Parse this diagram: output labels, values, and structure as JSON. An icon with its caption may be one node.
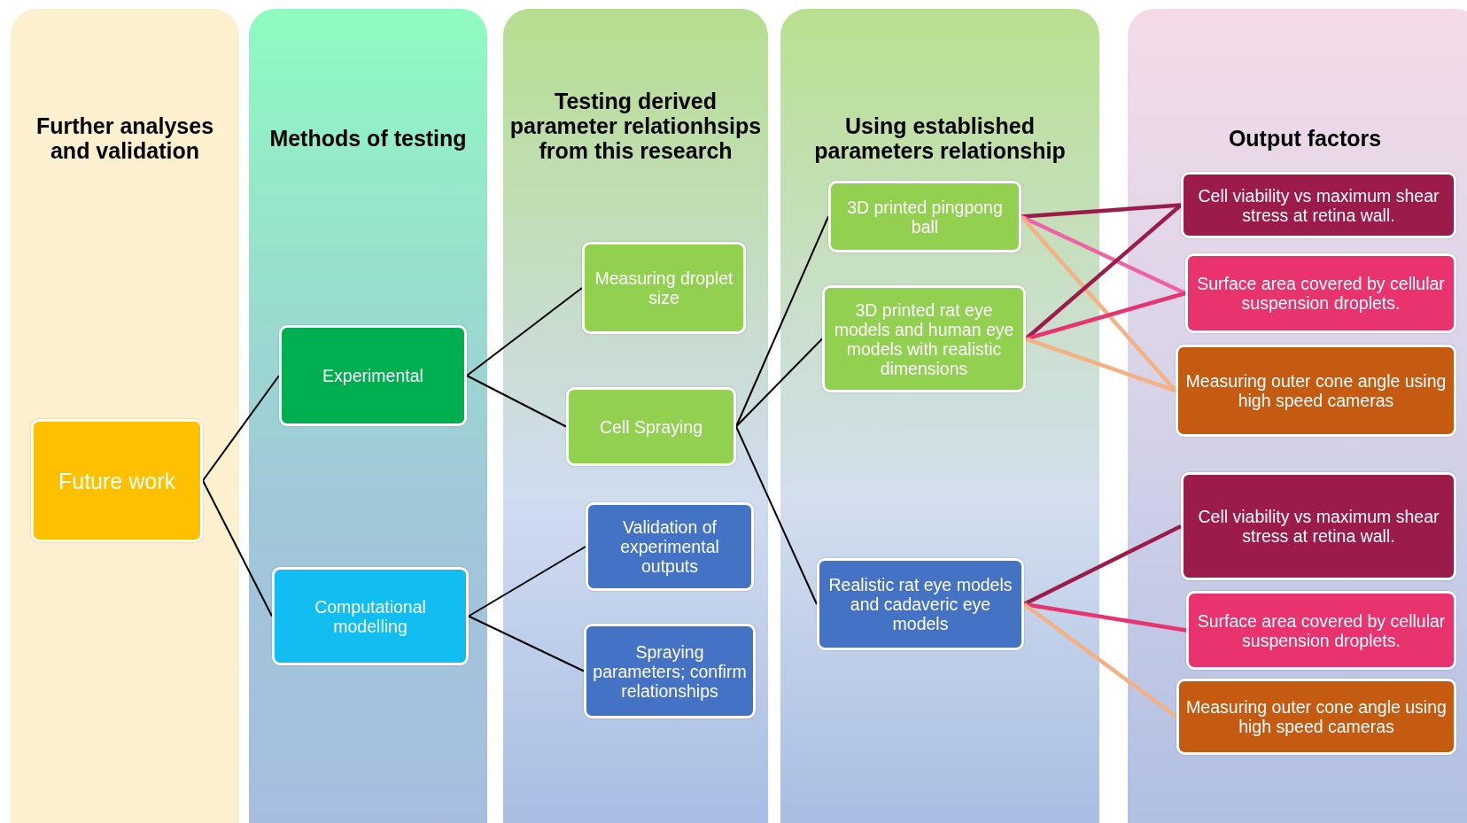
{
  "diagram": {
    "nodes": [
      {
        "text": [
          "Further analyses and validation"
        ]
      },
      {
        "text": [
          "Methods of testing"
        ]
      },
      {
        "text": [
          "Testing derived parameter relationhsips from this research"
        ]
      },
      {
        "text": [
          "Using established parameters relationship"
        ]
      },
      {
        "text": [
          "Output factors"
        ]
      },
      {
        "text": [
          "Future work"
        ],
        "in": 0
      },
      {
        "text": [
          "Experimental"
        ],
        "in": 1
      },
      {
        "text": [
          "Computational modelling"
        ],
        "in": 1
      },
      {
        "text": [
          "Measuring droplet size"
        ],
        "in": 2
      },
      {
        "text": [
          "Cell Spraying"
        ],
        "in": 2
      },
      {
        "text": [
          "Validation of experimental outputs"
        ],
        "in": 2
      },
      {
        "text": [
          "Spraying parameters; confirm relationships"
        ],
        "in": 2
      },
      {
        "text": [
          "3D printed pingpong ball"
        ],
        "in": 3
      },
      {
        "text": [
          "3D printed rat eye models and human eye models with realistic dimensions"
        ],
        "in": 3
      },
      {
        "text": [
          "Realistic rat eye models and cadaveric eye models"
        ],
        "in": 3
      },
      {
        "text": [
          "Cell viability vs maximum shear stress at retina wall."
        ],
        "in": 4
      },
      {
        "text": [
          "Surface area covered by cellular suspension droplets."
        ],
        "in": 4
      },
      {
        "text": [
          "Measuring outer cone angle using high speed cameras"
        ],
        "in": 4
      },
      {
        "text": [
          "Cell viability vs maximum shear stress at retina wall."
        ],
        "in": 4
      },
      {
        "text": [
          "Surface area covered by cellular suspension droplets."
        ],
        "in": 4
      },
      {
        "text": [
          "Measuring outer cone angle using high speed cameras"
        ],
        "in": 4
      }
    ],
    "edges": [
      {
        "from": 5,
        "to": 6,
        "arrow": "none"
      },
      {
        "from": 5,
        "to": 7,
        "arrow": "none"
      },
      {
        "from": 6,
        "to": 8,
        "arrow": "none"
      },
      {
        "from": 6,
        "to": 9,
        "arrow": "none"
      },
      {
        "from": 7,
        "to": 10,
        "arrow": "none"
      },
      {
        "from": 7,
        "to": 11,
        "arrow": "none"
      },
      {
        "from": 9,
        "to": 12,
        "arrow": "none"
      },
      {
        "from": 9,
        "to": 13,
        "arrow": "none"
      },
      {
        "from": 9,
        "to": 14,
        "arrow": "none"
      },
      {
        "from": 12,
        "to": 15,
        "arrow": "none",
        "style": "thick",
        "color": "#9b1b4b"
      },
      {
        "from": 12,
        "to": 16,
        "arrow": "none",
        "style": "thick",
        "color": "#f062a8"
      },
      {
        "from": 12,
        "to": 17,
        "arrow": "none",
        "style": "thick",
        "color": "#f4b183"
      },
      {
        "from": 13,
        "to": 15,
        "arrow": "none",
        "style": "thick",
        "color": "#9b1b4b"
      },
      {
        "from": 13,
        "to": 16,
        "arrow": "none",
        "style": "thick",
        "color": "#e8336f"
      },
      {
        "from": 13,
        "to": 17,
        "arrow": "none",
        "style": "thick",
        "color": "#f4b183"
      },
      {
        "from": 14,
        "to": 18,
        "arrow": "none",
        "style": "thick",
        "color": "#9b1b4b"
      },
      {
        "from": 14,
        "to": 19,
        "arrow": "none",
        "style": "thick",
        "color": "#e8336f"
      },
      {
        "from": 14,
        "to": 20,
        "arrow": "none",
        "style": "thick",
        "color": "#f4b183"
      }
    ]
  }
}
